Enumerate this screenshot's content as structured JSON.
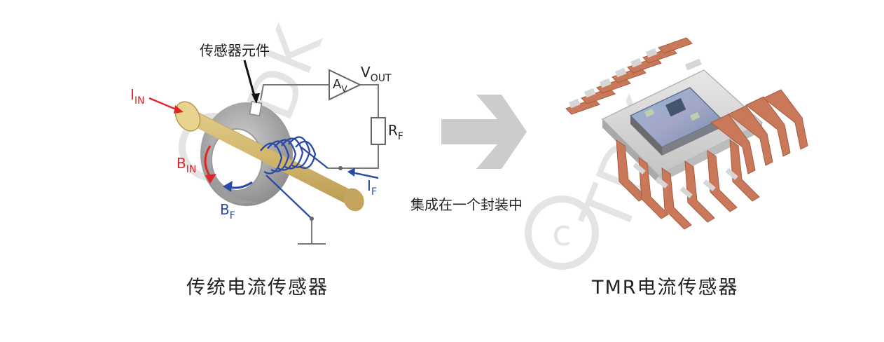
{
  "labels": {
    "sensor_element": "传感器元件",
    "i_in": "I",
    "i_in_sub": "IN",
    "b_in": "B",
    "b_in_sub": "IN",
    "b_f": "B",
    "b_f_sub": "F",
    "i_f": "I",
    "i_f_sub": "F",
    "r_f": "R",
    "r_f_sub": "F",
    "a_v": "A",
    "a_v_sub": "V",
    "v_out": "V",
    "v_out_sub": "OUT",
    "watermark_left": "© TDK",
    "watermark_right": "© TDK"
  },
  "middle": {
    "text": "集成在一个封装中"
  },
  "captions": {
    "left": "传统电流传感器",
    "right": "TMR电流传感器"
  },
  "colors": {
    "red": "#e0262b",
    "blue": "#2b4aa6",
    "rod": "#d4b870",
    "core": "#a9a9a9",
    "arrow_gray": "#cccccc",
    "copper": "#c9785a",
    "watermark": "#e6e6e6"
  }
}
